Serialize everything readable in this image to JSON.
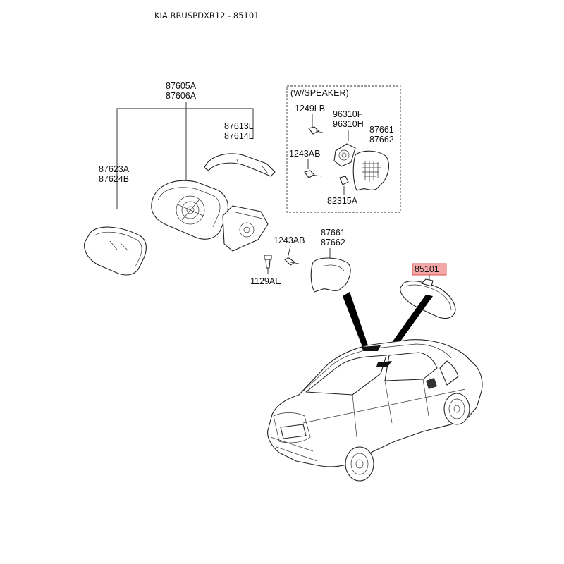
{
  "header": {
    "title": "KIA RRUSPDXR12 - 85101"
  },
  "speaker_box": {
    "title": "(W/SPEAKER)"
  },
  "labels": {
    "mirror_assy_a": "87605A",
    "mirror_assy_b": "87606A",
    "cover_l": "87613L",
    "cover_r": "87614L",
    "glass_a": "87623A",
    "glass_b": "87624B",
    "screw_1249": "1249LB",
    "spk_a": "96310F",
    "spk_b": "96310H",
    "spk_cover_a": "87661",
    "spk_cover_b": "87662",
    "screw_1243_box": "1243AB",
    "clip_82315": "82315A",
    "screw_1243": "1243AB",
    "screw_1129": "1129AE",
    "cover_a": "87661",
    "cover_b": "87662",
    "inside_mirror": "85101"
  },
  "colors": {
    "highlight_fill": "#f4a7a7",
    "highlight_stroke": "#d9534f",
    "line": "#222222"
  }
}
